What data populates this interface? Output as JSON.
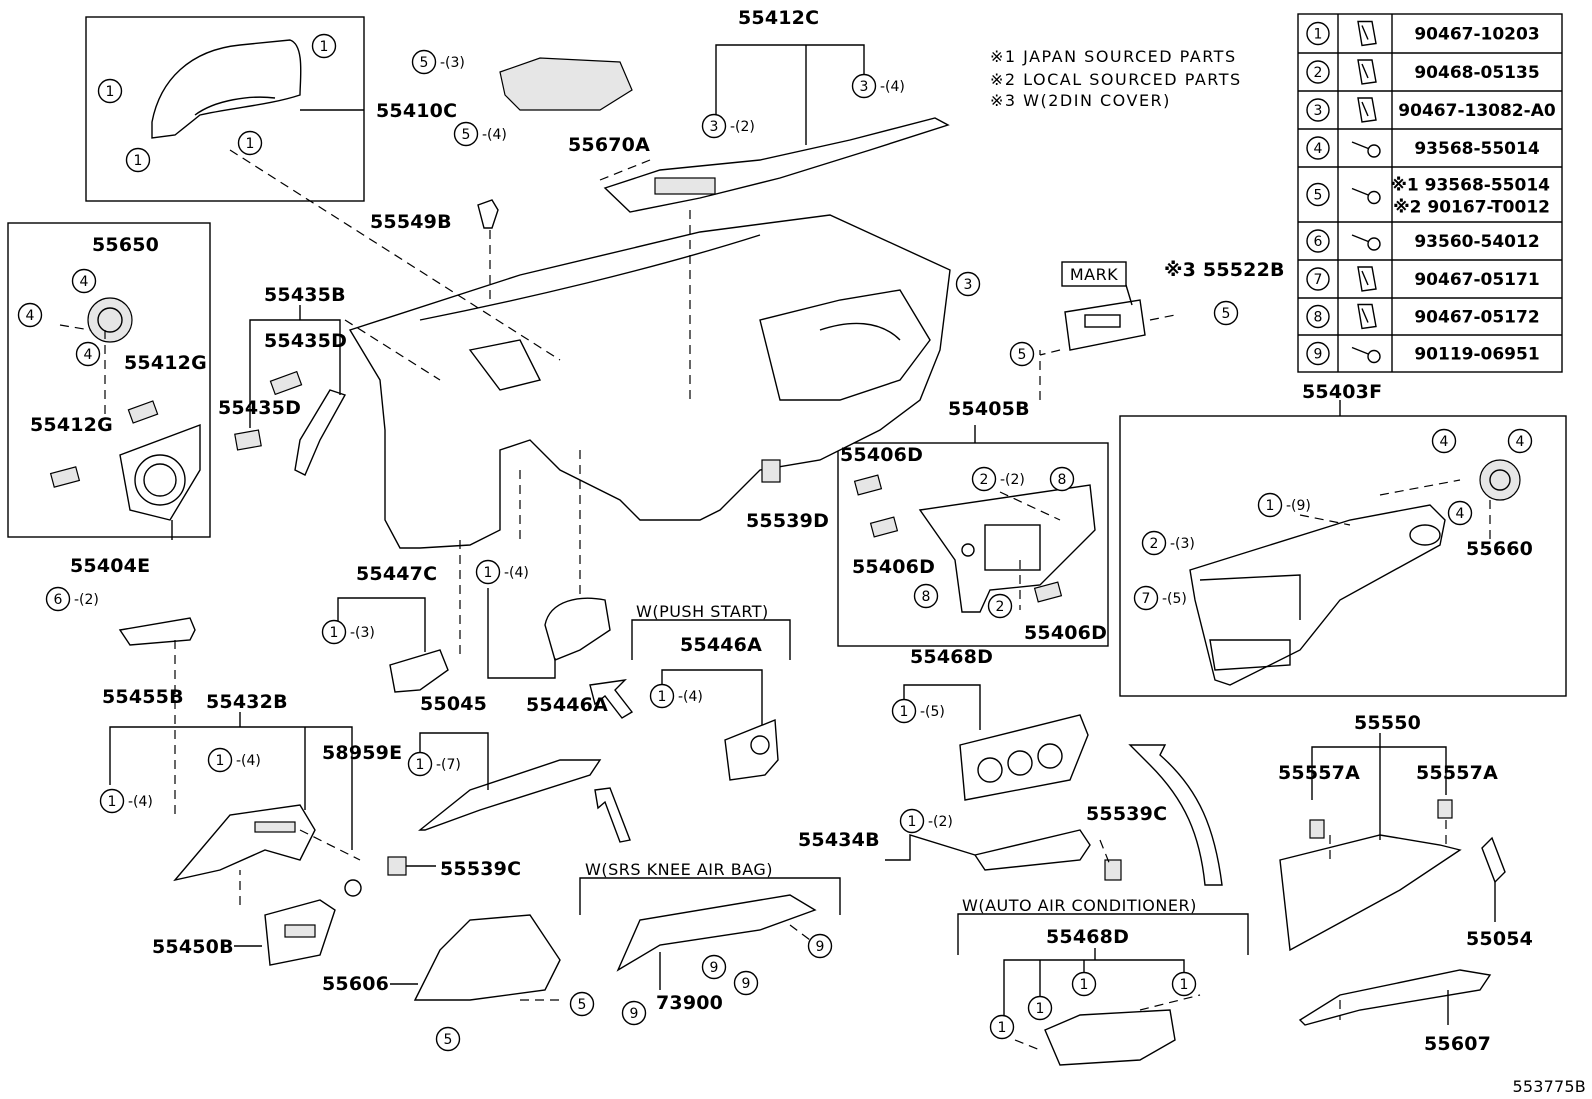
{
  "diagram": {
    "drawing_id": "553775B",
    "notes": [
      "※1 JAPAN SOURCED PARTS",
      "※2 LOCAL SOURCED PARTS",
      "※3 W(2DIN COVER)"
    ],
    "fastener_table": [
      {
        "key": "1",
        "parts": [
          "90467-10203"
        ]
      },
      {
        "key": "2",
        "parts": [
          "90468-05135"
        ]
      },
      {
        "key": "3",
        "parts": [
          "90467-13082-A0"
        ]
      },
      {
        "key": "4",
        "parts": [
          "93568-55014"
        ]
      },
      {
        "key": "5",
        "parts": [
          "※1 93568-55014",
          "※2 90167-T0012"
        ]
      },
      {
        "key": "6",
        "parts": [
          "93560-54012"
        ]
      },
      {
        "key": "7",
        "parts": [
          "90467-05171"
        ]
      },
      {
        "key": "8",
        "parts": [
          "90467-05172"
        ]
      },
      {
        "key": "9",
        "parts": [
          "90119-06951"
        ]
      }
    ],
    "conditions": {
      "push_start": "W(PUSH START)",
      "knee_airbag": "W(SRS KNEE AIR BAG)",
      "auto_ac": "W(AUTO AIR CONDITIONER)"
    },
    "mark_label": "MARK",
    "part_numbers": [
      {
        "id": "55412C",
        "text": "55412C"
      },
      {
        "id": "55410C",
        "text": "55410C"
      },
      {
        "id": "55670A",
        "text": "55670A"
      },
      {
        "id": "55549B",
        "text": "55549B"
      },
      {
        "id": "55650",
        "text": "55650"
      },
      {
        "id": "55412G-a",
        "text": "55412G"
      },
      {
        "id": "55412G-b",
        "text": "55412G"
      },
      {
        "id": "55404E",
        "text": "55404E"
      },
      {
        "id": "55435B",
        "text": "55435B"
      },
      {
        "id": "55435D-a",
        "text": "55435D"
      },
      {
        "id": "55435D-b",
        "text": "55435D"
      },
      {
        "id": "55522B",
        "text": "※3 55522B"
      },
      {
        "id": "55405B",
        "text": "55405B"
      },
      {
        "id": "55406D-a",
        "text": "55406D"
      },
      {
        "id": "55406D-b",
        "text": "55406D"
      },
      {
        "id": "55406D-c",
        "text": "55406D"
      },
      {
        "id": "55403F",
        "text": "55403F"
      },
      {
        "id": "55660",
        "text": "55660"
      },
      {
        "id": "55539D",
        "text": "55539D"
      },
      {
        "id": "55447C",
        "text": "55447C"
      },
      {
        "id": "55446A-a",
        "text": "55446A"
      },
      {
        "id": "55446A-b",
        "text": "55446A"
      },
      {
        "id": "55455B",
        "text": "55455B"
      },
      {
        "id": "55432B",
        "text": "55432B"
      },
      {
        "id": "55045",
        "text": "55045"
      },
      {
        "id": "58959E",
        "text": "58959E"
      },
      {
        "id": "55539C-a",
        "text": "55539C"
      },
      {
        "id": "55539C-b",
        "text": "55539C"
      },
      {
        "id": "55468D-a",
        "text": "55468D"
      },
      {
        "id": "55468D-b",
        "text": "55468D"
      },
      {
        "id": "55434B",
        "text": "55434B"
      },
      {
        "id": "55550",
        "text": "55550"
      },
      {
        "id": "55557A-a",
        "text": "55557A"
      },
      {
        "id": "55557A-b",
        "text": "55557A"
      },
      {
        "id": "55054",
        "text": "55054"
      },
      {
        "id": "55607",
        "text": "55607"
      },
      {
        "id": "55450B",
        "text": "55450B"
      },
      {
        "id": "55606",
        "text": "55606"
      },
      {
        "id": "73900",
        "text": "73900"
      }
    ],
    "callouts": [
      {
        "n": "1",
        "q": ""
      },
      {
        "n": "1",
        "q": ""
      },
      {
        "n": "1",
        "q": ""
      },
      {
        "n": "1",
        "q": ""
      },
      {
        "n": "5",
        "q": "(3)"
      },
      {
        "n": "5",
        "q": "(4)"
      },
      {
        "n": "3",
        "q": "(4)"
      },
      {
        "n": "3",
        "q": "(2)"
      },
      {
        "n": "4",
        "q": ""
      },
      {
        "n": "4",
        "q": ""
      },
      {
        "n": "4",
        "q": ""
      },
      {
        "n": "3",
        "q": ""
      },
      {
        "n": "5",
        "q": ""
      },
      {
        "n": "5",
        "q": ""
      },
      {
        "n": "2",
        "q": "(2)"
      },
      {
        "n": "8",
        "q": ""
      },
      {
        "n": "8",
        "q": ""
      },
      {
        "n": "2",
        "q": ""
      },
      {
        "n": "4",
        "q": ""
      },
      {
        "n": "4",
        "q": ""
      },
      {
        "n": "4",
        "q": ""
      },
      {
        "n": "1",
        "q": "(9)"
      },
      {
        "n": "2",
        "q": "(3)"
      },
      {
        "n": "7",
        "q": "(5)"
      },
      {
        "n": "6",
        "q": "(2)"
      },
      {
        "n": "1",
        "q": "(3)"
      },
      {
        "n": "1",
        "q": "(4)"
      },
      {
        "n": "1",
        "q": "(4)"
      },
      {
        "n": "1",
        "q": "(4)"
      },
      {
        "n": "1",
        "q": "(4)"
      },
      {
        "n": "1",
        "q": "(7)"
      },
      {
        "n": "1",
        "q": "(5)"
      },
      {
        "n": "1",
        "q": "(2)"
      },
      {
        "n": "9",
        "q": ""
      },
      {
        "n": "9",
        "q": ""
      },
      {
        "n": "9",
        "q": ""
      },
      {
        "n": "9",
        "q": ""
      },
      {
        "n": "5",
        "q": ""
      },
      {
        "n": "5",
        "q": ""
      },
      {
        "n": "1",
        "q": ""
      },
      {
        "n": "1",
        "q": ""
      },
      {
        "n": "1",
        "q": ""
      },
      {
        "n": "1",
        "q": ""
      }
    ]
  }
}
